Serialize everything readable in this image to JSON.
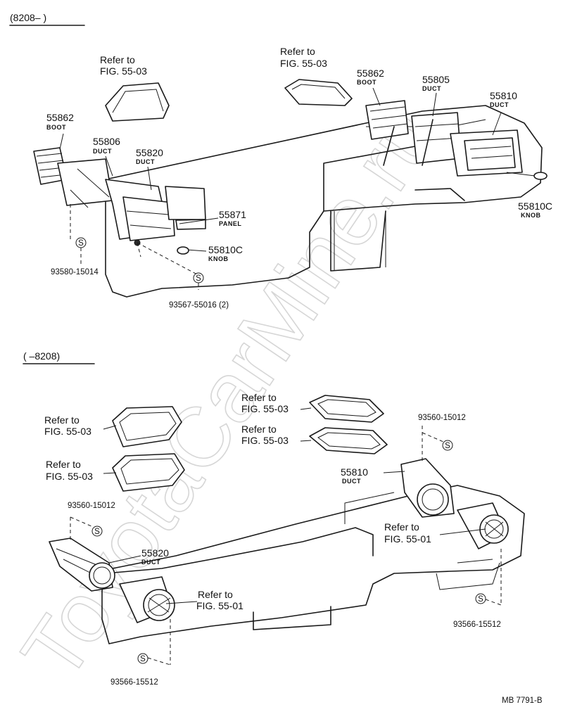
{
  "sections": {
    "top_range": "(8208–        )",
    "bottom_range": "(        –8208)"
  },
  "top_parts": {
    "boot_left": {
      "number": "55862",
      "name": "BOOT"
    },
    "duct_55806": {
      "number": "55806",
      "name": "DUCT"
    },
    "duct_55820": {
      "number": "55820",
      "name": "DUCT"
    },
    "panel_55871": {
      "number": "55871",
      "name": "PANEL"
    },
    "knob_left": {
      "number": "55810C",
      "name": "KNOB"
    },
    "boot_right": {
      "number": "55862",
      "name": "BOOT"
    },
    "duct_55805": {
      "number": "55805",
      "name": "DUCT"
    },
    "duct_55810": {
      "number": "55810",
      "name": "DUCT"
    },
    "knob_right": {
      "number": "55810C",
      "name": "KNOB"
    },
    "screw_left": "93580-15014",
    "screw_bottom": "93567-55016 (2)",
    "ref_left": {
      "line1": "Refer to",
      "line2": "FIG. 55-03"
    },
    "ref_right": {
      "line1": "Refer to",
      "line2": "FIG. 55-03"
    }
  },
  "bottom_parts": {
    "ref_left_1": {
      "line1": "Refer to",
      "line2": "FIG. 55-03"
    },
    "ref_left_2": {
      "line1": "Refer to",
      "line2": "FIG. 55-03"
    },
    "ref_right_1": {
      "line1": "Refer to",
      "line2": "FIG. 55-03"
    },
    "ref_right_2": {
      "line1": "Refer to",
      "line2": "FIG. 55-03"
    },
    "ref_center": {
      "line1": "Refer to",
      "line2": "FIG. 55-01"
    },
    "ref_right_mid": {
      "line1": "Refer to",
      "line2": "FIG. 55-01"
    },
    "duct_55820": {
      "number": "55820",
      "name": "DUCT"
    },
    "duct_55810": {
      "number": "55810",
      "name": "DUCT"
    },
    "screw_left": "93560-15012",
    "screw_right_top": "93560-15012",
    "screw_bottom_left": "93566-15512",
    "screw_bottom_right": "93566-15512"
  },
  "screw_symbol": "S",
  "footer": {
    "code": "MB  7791-B"
  },
  "watermark": "ToyotaCarMine.ru"
}
